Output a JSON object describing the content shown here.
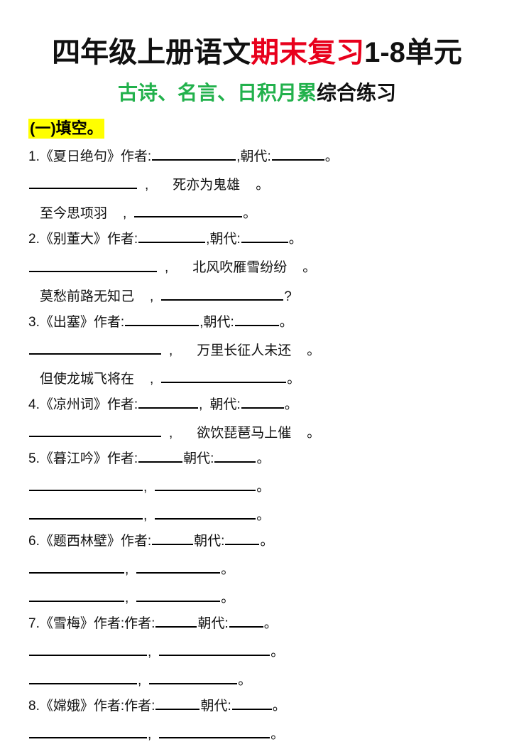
{
  "title": {
    "part1": "四年级上册语文",
    "part2_red": "期末复习",
    "part3": "1-8单元"
  },
  "subtitle": {
    "part1_green": "古诗、名言、日积月累",
    "part2_black": "综合练习"
  },
  "section": {
    "label": "(一)填空。",
    "highlight_color": "#ffff00"
  },
  "colors": {
    "title_accent": "#e8001c",
    "subtitle_accent": "#22b14c",
    "text": "#111111",
    "rule": "#000000"
  },
  "questions": [
    {
      "number": "1.",
      "title": "《夏日绝句》",
      "author_label": "作者:",
      "dynasty_label": "朝代:",
      "sep": ",",
      "end": "。",
      "verse1_text": "",
      "verse1_tail": "死亦为鬼雄",
      "verse2_text": "至今思项羽",
      "verse2_tail": ""
    },
    {
      "number": "2.",
      "title": "《别董大》",
      "author_label": "作者:",
      "dynasty_label": "朝代:",
      "sep": ",",
      "end": "。",
      "verse1_text": "",
      "verse1_tail": "北风吹雁雪纷纷",
      "verse2_text": "莫愁前路无知己",
      "verse2_tail": "",
      "verse2_end": "?"
    },
    {
      "number": "3.",
      "title": "《出塞》",
      "author_label": "作者:",
      "dynasty_label": "朝代:",
      "sep": ",",
      "end": "。",
      "verse1_text": "",
      "verse1_tail": "万里长征人未还",
      "verse2_text": "但使龙城飞将在",
      "verse2_tail": ""
    },
    {
      "number": "4.",
      "title": "《凉州词》",
      "author_label": "作者:",
      "dynasty_label": "朝代:",
      "sep": ",",
      "end": "。",
      "verse1_text": "",
      "verse1_tail": "欲饮琵琶马上催"
    },
    {
      "number": "5.",
      "title": "《暮江吟》",
      "author_label": "作者:",
      "dynasty_label": "朝代:",
      "sep": "",
      "end": "。"
    },
    {
      "number": "6.",
      "title": "《题西林壁》",
      "author_label": "作者:",
      "dynasty_label": "朝代:",
      "sep": "",
      "end": "。"
    },
    {
      "number": "7.",
      "title": "《雪梅》",
      "author_label": "作者:作者:",
      "dynasty_label": "朝代:",
      "sep": "",
      "end": "。"
    },
    {
      "number": "8.",
      "title": "《嫦娥》",
      "author_label": "作者:作者:",
      "dynasty_label": "朝代:",
      "sep": "",
      "end": "。"
    }
  ],
  "punct": {
    "comma": ",",
    "period": "。",
    "question": "?"
  }
}
